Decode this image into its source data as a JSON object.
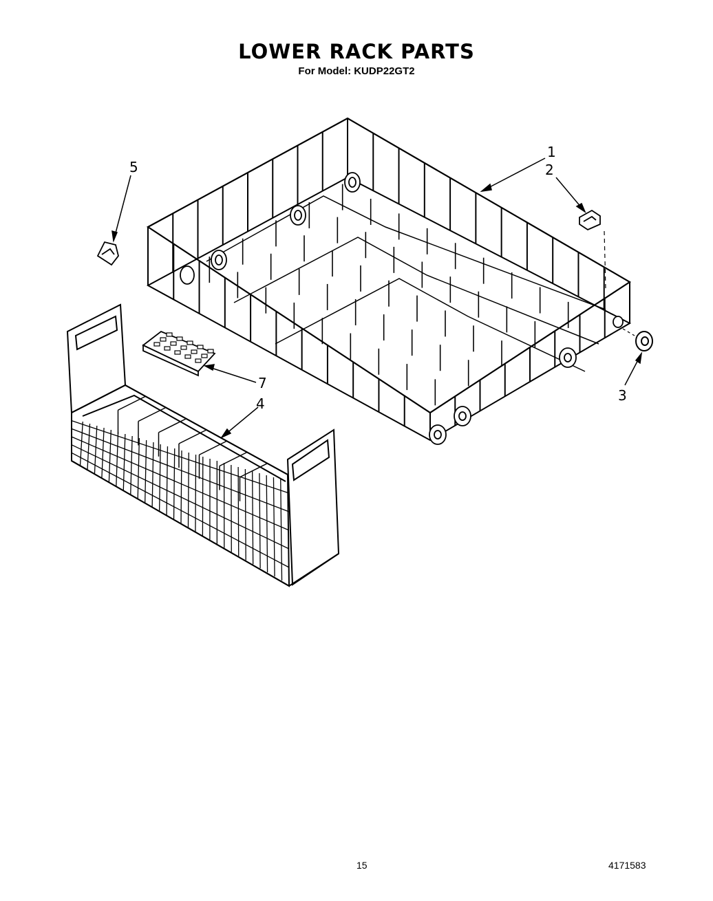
{
  "title": "LOWER RACK PARTS",
  "subtitle": "For Model: KUDP22GT2",
  "callouts": [
    {
      "id": "1",
      "part": "lower-rack"
    },
    {
      "id": "2",
      "part": "rack-clip"
    },
    {
      "id": "3",
      "part": "rack-wheel"
    },
    {
      "id": "4",
      "part": "silverware-basket"
    },
    {
      "id": "5",
      "part": "basket-clip"
    },
    {
      "id": "7",
      "part": "basket-lid"
    }
  ],
  "footer": {
    "page_number": "15",
    "document_number": "4171583"
  }
}
